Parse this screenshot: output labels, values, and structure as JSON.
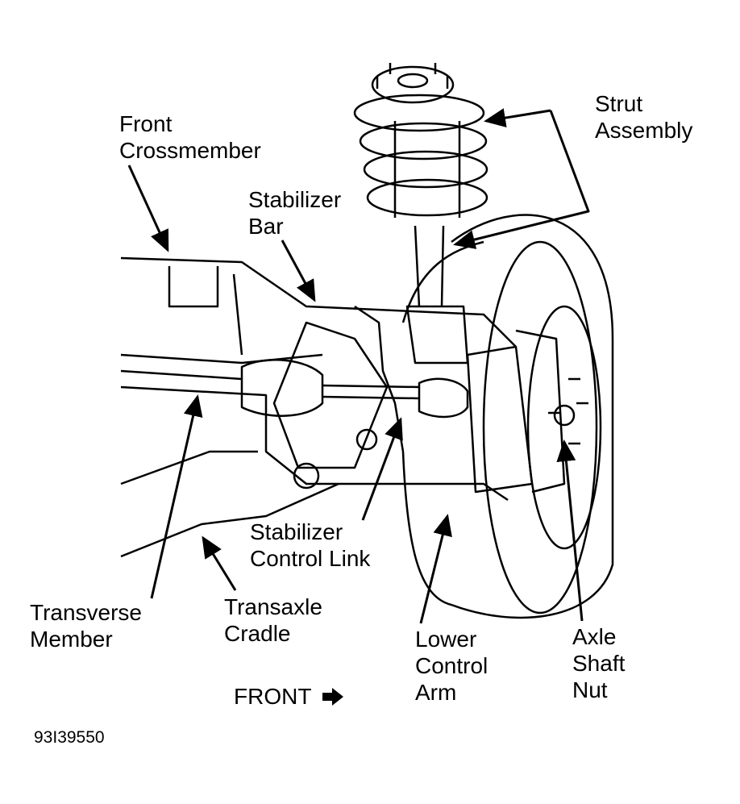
{
  "labels": {
    "front_crossmember": [
      "Front",
      "Crossmember"
    ],
    "stabilizer_bar": [
      "Stabilizer",
      "Bar"
    ],
    "strut_assembly": [
      "Strut",
      "Assembly"
    ],
    "stabilizer_control_link": [
      "Stabilizer",
      "Control Link"
    ],
    "transverse_member": [
      "Transverse",
      "Member"
    ],
    "transaxle_cradle": [
      "Transaxle",
      "Cradle"
    ],
    "lower_control_arm": [
      "Lower",
      "Control",
      "Arm"
    ],
    "axle_shaft_nut": [
      "Axle",
      "Shaft",
      "Nut"
    ]
  },
  "front_indicator": {
    "label": "FRONT",
    "icon": "arrow-right-icon"
  },
  "figure_number": "93I39550"
}
